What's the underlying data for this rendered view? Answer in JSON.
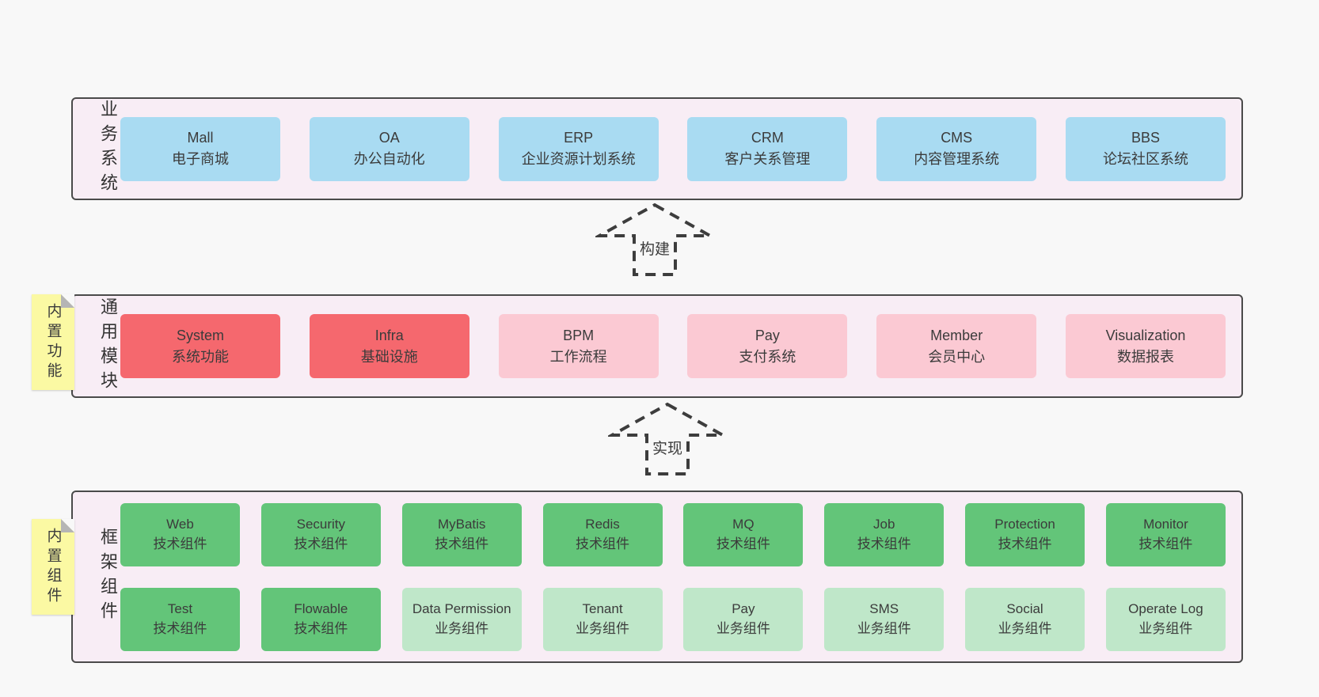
{
  "colors": {
    "pageBg": "#f8f8f8",
    "bandBg": "#f8edf5",
    "bandBorder": "#4a4a4a",
    "blue": "#a9dbf2",
    "red": "#f5686e",
    "pink": "#fbc9d3",
    "green": "#63c579",
    "lightGreen": "#bfe7c9",
    "sticky": "#fbf9a3",
    "stickyFold": "#b5b5b5",
    "text": "#3b3b3b"
  },
  "arrows": [
    {
      "label": "构建"
    },
    {
      "label": "实现"
    }
  ],
  "bands": [
    {
      "label": "业务系统",
      "items": [
        {
          "name": "Mall",
          "desc": "电子商城",
          "type": "blue"
        },
        {
          "name": "OA",
          "desc": "办公自动化",
          "type": "blue"
        },
        {
          "name": "ERP",
          "desc": "企业资源计划系统",
          "type": "blue"
        },
        {
          "name": "CRM",
          "desc": "客户关系管理",
          "type": "blue"
        },
        {
          "name": "CMS",
          "desc": "内容管理系统",
          "type": "blue"
        },
        {
          "name": "BBS",
          "desc": "论坛社区系统",
          "type": "blue"
        }
      ]
    },
    {
      "label": "通用模块",
      "sticky": "内置功能",
      "items": [
        {
          "name": "System",
          "desc": "系统功能",
          "type": "red"
        },
        {
          "name": "Infra",
          "desc": "基础设施",
          "type": "red"
        },
        {
          "name": "BPM",
          "desc": "工作流程",
          "type": "pink"
        },
        {
          "name": "Pay",
          "desc": "支付系统",
          "type": "pink"
        },
        {
          "name": "Member",
          "desc": "会员中心",
          "type": "pink"
        },
        {
          "name": "Visualization",
          "desc": "数据报表",
          "type": "pink"
        }
      ]
    },
    {
      "label": "框架组件",
      "sticky": "内置组件",
      "rows": [
        [
          {
            "name": "Web",
            "desc": "技术组件",
            "type": "green"
          },
          {
            "name": "Security",
            "desc": "技术组件",
            "type": "green"
          },
          {
            "name": "MyBatis",
            "desc": "技术组件",
            "type": "green"
          },
          {
            "name": "Redis",
            "desc": "技术组件",
            "type": "green"
          },
          {
            "name": "MQ",
            "desc": "技术组件",
            "type": "green"
          },
          {
            "name": "Job",
            "desc": "技术组件",
            "type": "green"
          },
          {
            "name": "Protection",
            "desc": "技术组件",
            "type": "green"
          },
          {
            "name": "Monitor",
            "desc": "技术组件",
            "type": "green"
          }
        ],
        [
          {
            "name": "Test",
            "desc": "技术组件",
            "type": "green"
          },
          {
            "name": "Flowable",
            "desc": "技术组件",
            "type": "green"
          },
          {
            "name": "Data Permission",
            "desc": "业务组件",
            "type": "light-green"
          },
          {
            "name": "Tenant",
            "desc": "业务组件",
            "type": "light-green"
          },
          {
            "name": "Pay",
            "desc": "业务组件",
            "type": "light-green"
          },
          {
            "name": "SMS",
            "desc": "业务组件",
            "type": "light-green"
          },
          {
            "name": "Social",
            "desc": "业务组件",
            "type": "light-green"
          },
          {
            "name": "Operate Log",
            "desc": "业务组件",
            "type": "light-green"
          }
        ]
      ]
    }
  ]
}
